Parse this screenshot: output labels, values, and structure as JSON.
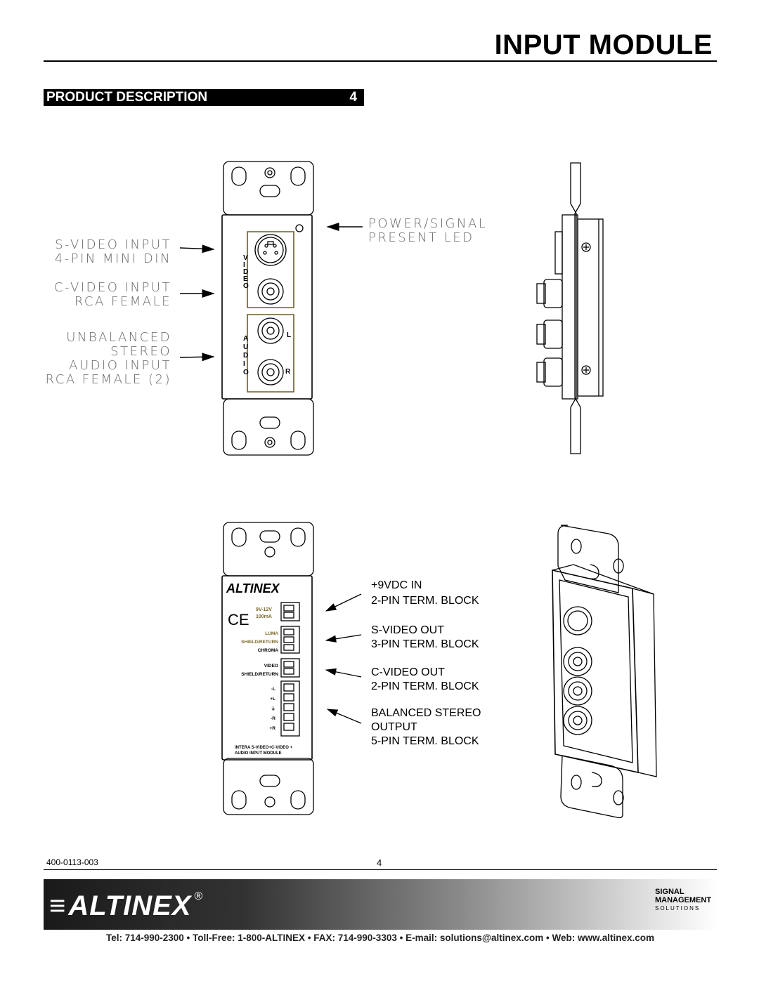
{
  "header": {
    "title": "INPUT MODULE",
    "section_title": "PRODUCT DESCRIPTION",
    "section_number": "4"
  },
  "front_panel": {
    "led_label": [
      "POWER/SIGNAL",
      "PRESENT LED"
    ],
    "svideo_label": [
      "S-VIDEO INPUT",
      "4-PIN MINI DIN"
    ],
    "cvideo_label": [
      "C-VIDEO INPUT",
      "RCA FEMALE"
    ],
    "audio_label": [
      "UNBALANCED",
      "STEREO",
      "AUDIO INPUT",
      "RCA FEMALE (2)"
    ],
    "video_group": [
      "V",
      "I",
      "D",
      "E",
      "O"
    ],
    "audio_group": [
      "A",
      "U",
      "D",
      "I",
      "O"
    ],
    "left_channel": "L",
    "right_channel": "R"
  },
  "rear_panel": {
    "power_label": [
      "+9VDC IN",
      "2-PIN TERM. BLOCK"
    ],
    "svideo_out": [
      "S-VIDEO OUT",
      "3-PIN TERM. BLOCK"
    ],
    "cvideo_out": [
      "C-VIDEO OUT",
      "2-PIN TERM. BLOCK"
    ],
    "balanced_out": [
      "BALANCED STEREO",
      "OUTPUT",
      "5-PIN TERM. BLOCK"
    ],
    "plate_brand": "ALTINEX",
    "ce_mark": "CE",
    "power_spec": [
      "9V-12V",
      "100mA"
    ],
    "terminal_labels": [
      "LUMA",
      "SHIELD/RETURN",
      "CHROMA",
      "VIDEO",
      "SHIELD/RETURN",
      "-L",
      "+L",
      "⏚",
      "-R",
      "+R"
    ],
    "module_name": [
      "INTERA S-VIDEO+C-VIDEO +",
      "AUDIO INPUT MODULE"
    ]
  },
  "footer": {
    "doc_number": "400-0113-003",
    "page_number": "4",
    "brand": "ALTINEX",
    "registered": "®",
    "badge": [
      "SIGNAL",
      "MANAGEMENT",
      "SOLUTIONS"
    ],
    "contact": "Tel: 714-990-2300 • Toll-Free: 1-800-ALTINEX • FAX: 714-990-3303 • E-mail: solutions@altinex.com • Web: www.altinex.com"
  }
}
